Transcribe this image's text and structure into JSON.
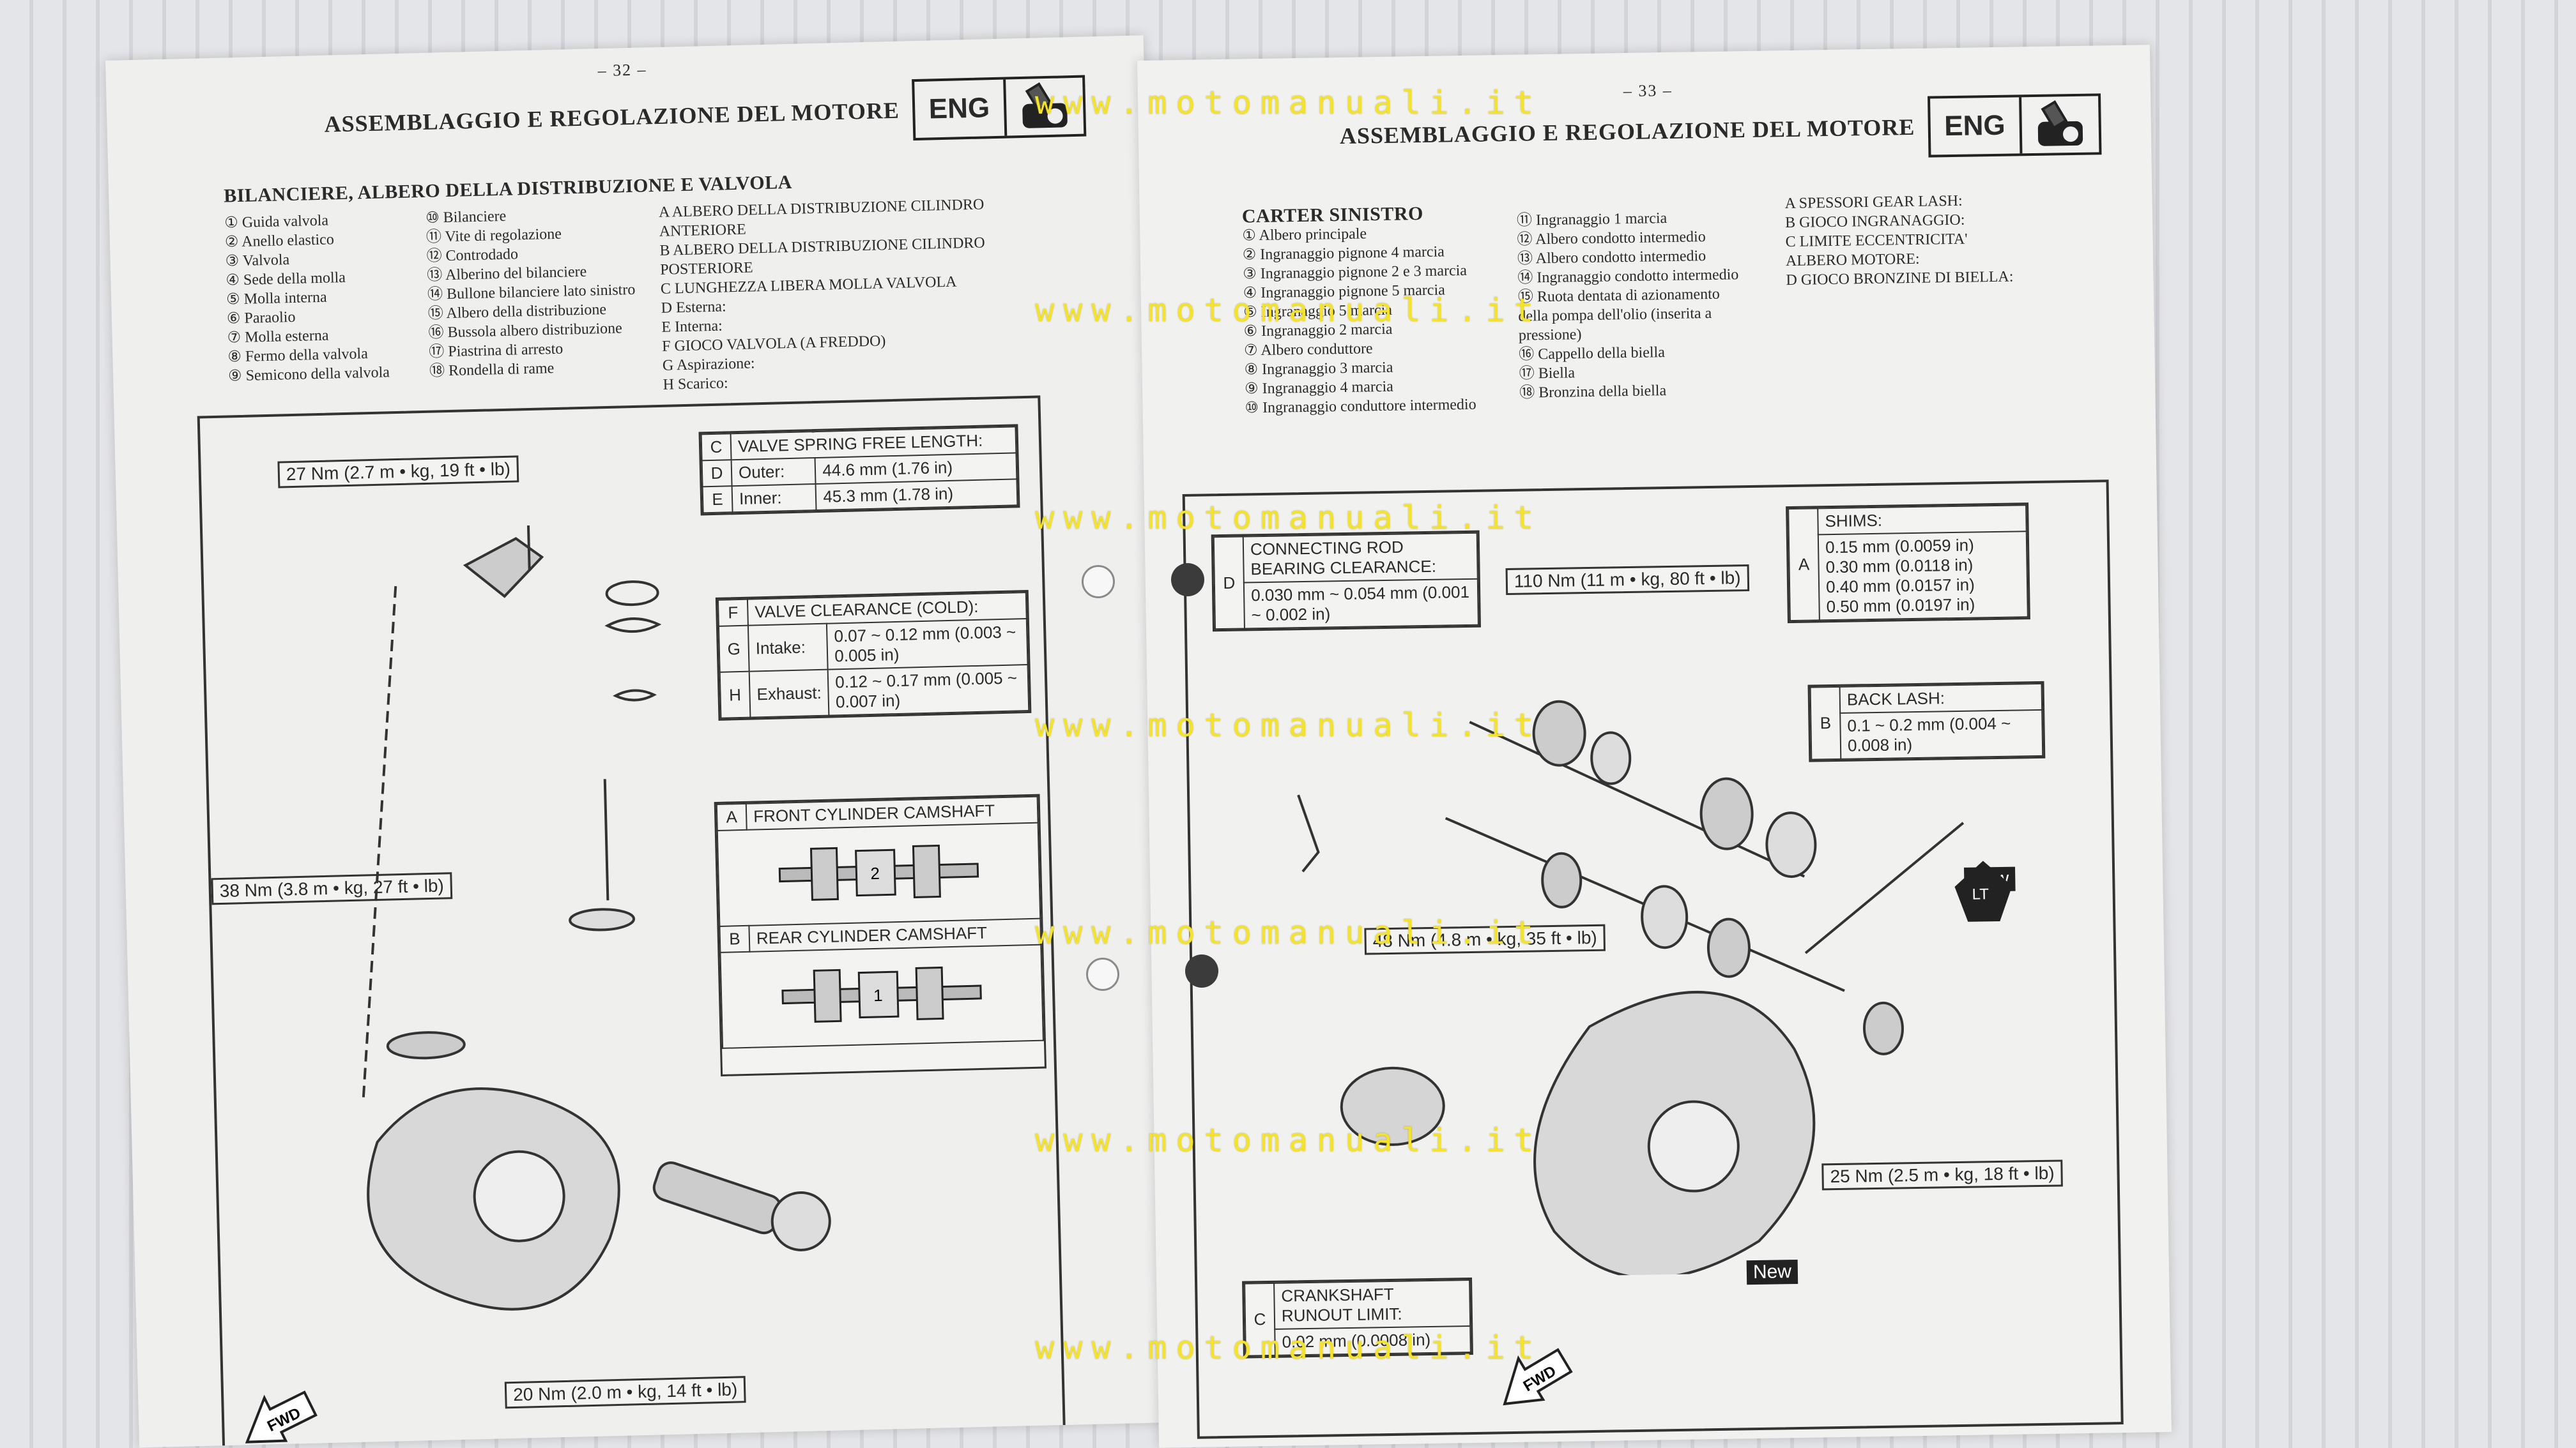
{
  "watermark": "www.motomanuali.it",
  "left_page": {
    "page_number": "– 32 –",
    "title": "ASSEMBLAGGIO E REGOLAZIONE DEL MOTORE",
    "badge": "ENG",
    "section_title": "BILANCIERE, ALBERO DELLA DISTRIBUZIONE E VALVOLA",
    "legend_col1": [
      "① Guida valvola",
      "② Anello elastico",
      "③ Valvola",
      "④ Sede della molla",
      "⑤ Molla interna",
      "⑥ Paraolio",
      "⑦ Molla esterna",
      "⑧ Fermo della valvola",
      "⑨ Semicono della valvola"
    ],
    "legend_col2": [
      "⑩ Bilanciere",
      "⑪ Vite di regolazione",
      "⑫ Controdado",
      "⑬ Alberino del bilanciere",
      "⑭ Bullone bilanciere lato sinistro",
      "⑮ Albero della distribuzione",
      "⑯ Bussola albero distribuzione",
      "⑰ Piastrina di arresto",
      "⑱ Rondella di rame"
    ],
    "legend_col3": [
      "A ALBERO DELLA DISTRIBUZIONE CILINDRO",
      "ANTERIORE",
      "B ALBERO DELLA DISTRIBUZIONE CILINDRO",
      "POSTERIORE",
      "C LUNGHEZZA LIBERA MOLLA VALVOLA",
      "D Esterna:",
      "E Interna:",
      "F GIOCO VALVOLA (A FREDDO)",
      "G Aspirazione:",
      "H Scarico:"
    ],
    "torque1": "27 Nm (2.7 m • kg, 19 ft • lb)",
    "torque2": "38 Nm (3.8 m • kg, 27 ft • lb)",
    "torque3": "20 Nm (2.0 m • kg, 14 ft • lb)",
    "spring": {
      "c": "C",
      "title": "VALVE SPRING FREE LENGTH:",
      "d": "D",
      "outer_label": "Outer:",
      "outer_value": "44.6 mm (1.76 in)",
      "e": "E",
      "inner_label": "Inner:",
      "inner_value": "45.3 mm (1.78 in)"
    },
    "clearance": {
      "f": "F",
      "title": "VALVE CLEARANCE (COLD):",
      "g": "G",
      "intake_label": "Intake:",
      "intake_value": "0.07 ~ 0.12 mm (0.003 ~ 0.005 in)",
      "h": "H",
      "exhaust_label": "Exhaust:",
      "exhaust_value": "0.12 ~ 0.17 mm (0.005 ~ 0.007 in)"
    },
    "camshaft_a": {
      "letter": "A",
      "label": "FRONT CYLINDER CAMSHAFT",
      "mark": "2"
    },
    "camshaft_b": {
      "letter": "B",
      "label": "REAR CYLINDER CAMSHAFT",
      "mark": "1"
    },
    "fwd": "FWD"
  },
  "right_page": {
    "page_number": "– 33 –",
    "title": "ASSEMBLAGGIO E REGOLAZIONE DEL MOTORE",
    "badge": "ENG",
    "section_title": "CARTER SINISTRO",
    "legend_col1": [
      "① Albero principale",
      "② Ingranaggio pignone 4 marcia",
      "③ Ingranaggio pignone 2 e 3 marcia",
      "④ Ingranaggio pignone 5 marcia",
      "⑤ Ingranaggio 5 marcia",
      "⑥ Ingranaggio 2 marcia",
      "⑦ Albero conduttore",
      "⑧ Ingranaggio 3 marcia",
      "⑨ Ingranaggio 4 marcia",
      "⑩ Ingranaggio conduttore intermedio"
    ],
    "legend_col2": [
      "⑪ Ingranaggio 1 marcia",
      "⑫ Albero condotto intermedio",
      "⑬ Albero condotto intermedio",
      "⑭ Ingranaggio condotto intermedio",
      "⑮ Ruota dentata di azionamento",
      "della pompa dell'olio (inserita a",
      "pressione)",
      "⑯ Cappello della biella",
      "⑰ Biella",
      "⑱ Bronzina della biella"
    ],
    "legend_col3": [
      "A SPESSORI GEAR LASH:",
      "B GIOCO INGRANAGGIO:",
      "C LIMITE ECCENTRICITA'",
      "ALBERO MOTORE:",
      "D GIOCO BRONZINE DI BIELLA:"
    ],
    "bearing": {
      "letter": "D",
      "title": "CONNECTING ROD BEARING CLEARANCE:",
      "value": "0.030 mm ~ 0.054 mm (0.001 ~ 0.002 in)"
    },
    "shims": {
      "letter": "A",
      "title": "SHIMS:",
      "values": [
        "0.15 mm (0.0059 in)",
        "0.30 mm (0.0118 in)",
        "0.40 mm (0.0157 in)",
        "0.50 mm (0.0197 in)"
      ]
    },
    "backlash": {
      "letter": "B",
      "title": "BACK LASH:",
      "value": "0.1 ~ 0.2 mm (0.004 ~ 0.008 in)"
    },
    "runout": {
      "letter": "C",
      "title": "CRANKSHAFT RUNOUT LIMIT:",
      "value": "0.02 mm (0.0008 in)"
    },
    "torque1": "110 Nm (11 m • kg, 80 ft • lb)",
    "torque2": "48 Nm (4.8 m • kg, 35 ft • lb)",
    "torque3": "25 Nm (2.5 m • kg, 18 ft • lb)",
    "new1": "New",
    "new2": "New",
    "lt": "LT",
    "fwd": "FWD"
  }
}
